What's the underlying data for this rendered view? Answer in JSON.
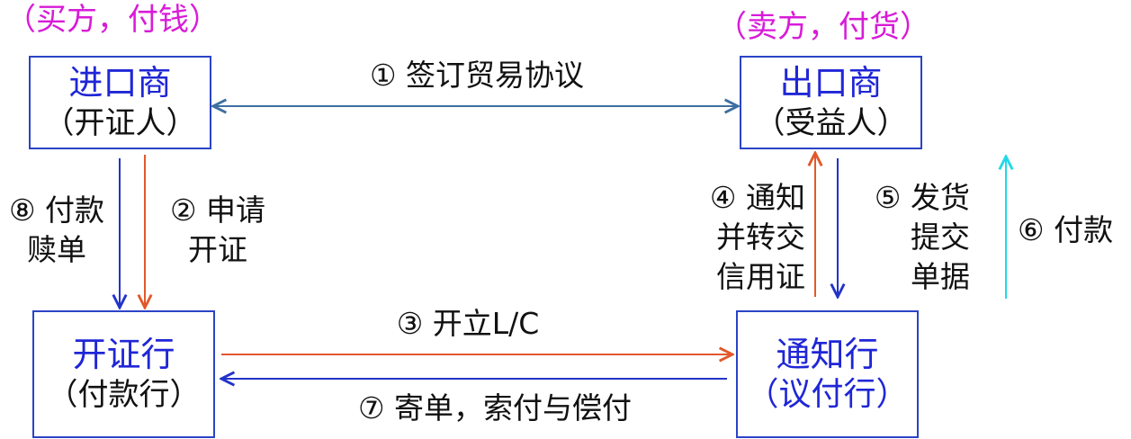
{
  "colors": {
    "role_text": "#d81bd8",
    "box_border": "#2b44c6",
    "box_title": "#1f26d6",
    "arrow_blue_gray": "#3d6fa0",
    "arrow_orange": "#e2582b",
    "arrow_blue": "#2233c8",
    "arrow_cyan": "#22d8e8"
  },
  "roles": {
    "buyer": "（买方，付钱）",
    "seller": "（卖方，付货）"
  },
  "boxes": {
    "importer": {
      "title": "进口商",
      "subtitle": "（开证人）"
    },
    "exporter": {
      "title": "出口商",
      "subtitle": "（受益人）"
    },
    "issuing_bank": {
      "title": "开证行",
      "subtitle": "（付款行）"
    },
    "advising_bank": {
      "title": "通知行",
      "subtitle": "（议付行）"
    }
  },
  "steps": {
    "s1": "① 签订贸易协议",
    "s2": [
      "② 申请",
      "开证"
    ],
    "s3": "③ 开立L/C",
    "s4": [
      "④ 通知",
      "并转交",
      "信用证"
    ],
    "s5": [
      "⑤ 发货",
      "提交",
      "单据"
    ],
    "s6": "⑥ 付款",
    "s7": "⑦ 寄单，索付与偿付",
    "s8": [
      "⑧ 付款",
      "赎单"
    ]
  }
}
